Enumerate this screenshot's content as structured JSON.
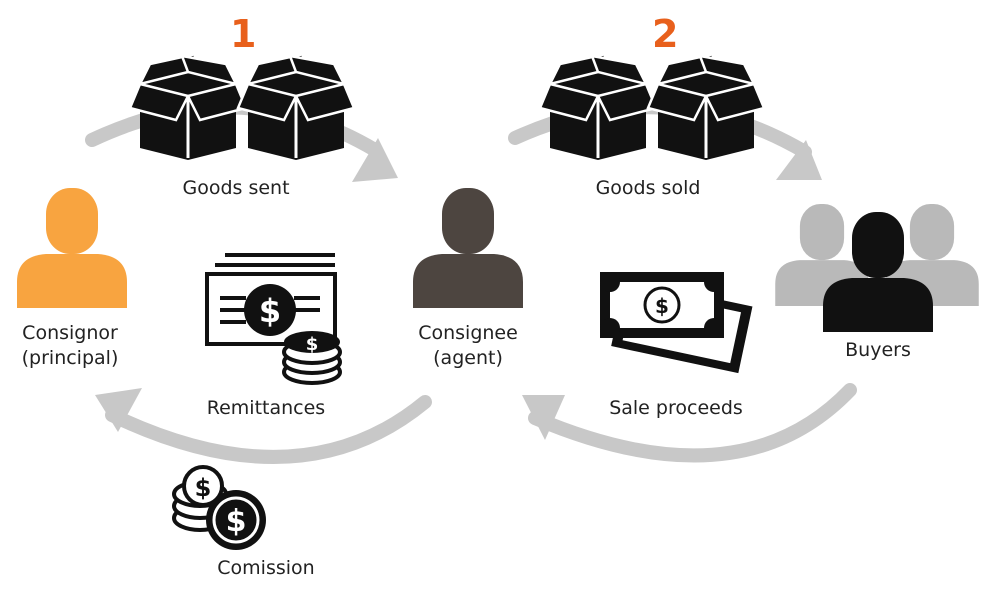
{
  "steps": {
    "step1": "1",
    "step2": "2"
  },
  "labels": {
    "goods_sent": "Goods sent",
    "goods_sold": "Goods sold",
    "consignor_line1": "Consignor",
    "consignor_line2": "(principal)",
    "consignee_line1": "Consignee",
    "consignee_line2": "(agent)",
    "buyers": "Buyers",
    "remittances": "Remittances",
    "sale_proceeds": "Sale proceeds",
    "commission": "Comission"
  },
  "colors": {
    "accent": "#e8601c",
    "consignor": "#f8a440",
    "consignee": "#4d4540",
    "buyer_main": "#111111",
    "buyer_side": "#b9b9b9",
    "arrow": "#c8c8c8",
    "icon": "#111111"
  },
  "icons": [
    "box-icon",
    "cash-stack-icon",
    "banknote-icon",
    "coin-stack-icon",
    "person-icon",
    "group-icon"
  ]
}
